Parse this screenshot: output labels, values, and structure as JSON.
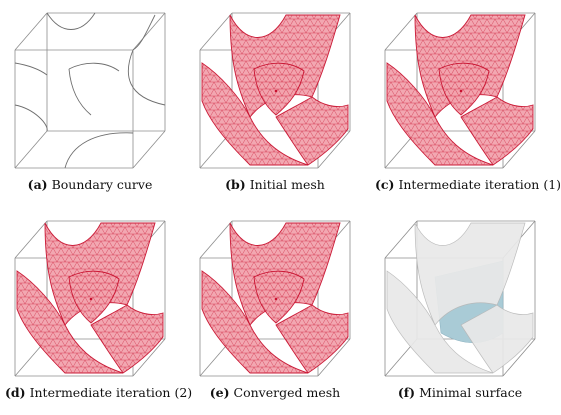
{
  "figure": {
    "panels": [
      {
        "letter": "(a)",
        "caption": "Boundary curve",
        "kind": "curves"
      },
      {
        "letter": "(b)",
        "caption": "Initial mesh",
        "kind": "mesh"
      },
      {
        "letter": "(c)",
        "caption": "Intermediate iteration (1)",
        "kind": "mesh"
      },
      {
        "letter": "(d)",
        "caption": "Intermediate iteration (2)",
        "kind": "mesh"
      },
      {
        "letter": "(e)",
        "caption": "Converged mesh",
        "kind": "mesh"
      },
      {
        "letter": "(f)",
        "caption": "Minimal surface",
        "kind": "surface"
      }
    ],
    "colors": {
      "cube_edge": "#8c8c8c",
      "curve": "#6e6e6e",
      "mesh_fill": "#f2a3ad",
      "mesh_line": "#c8102e",
      "surface_gray": "#e9e9e9",
      "surface_blue": "#a9cbd6"
    }
  }
}
